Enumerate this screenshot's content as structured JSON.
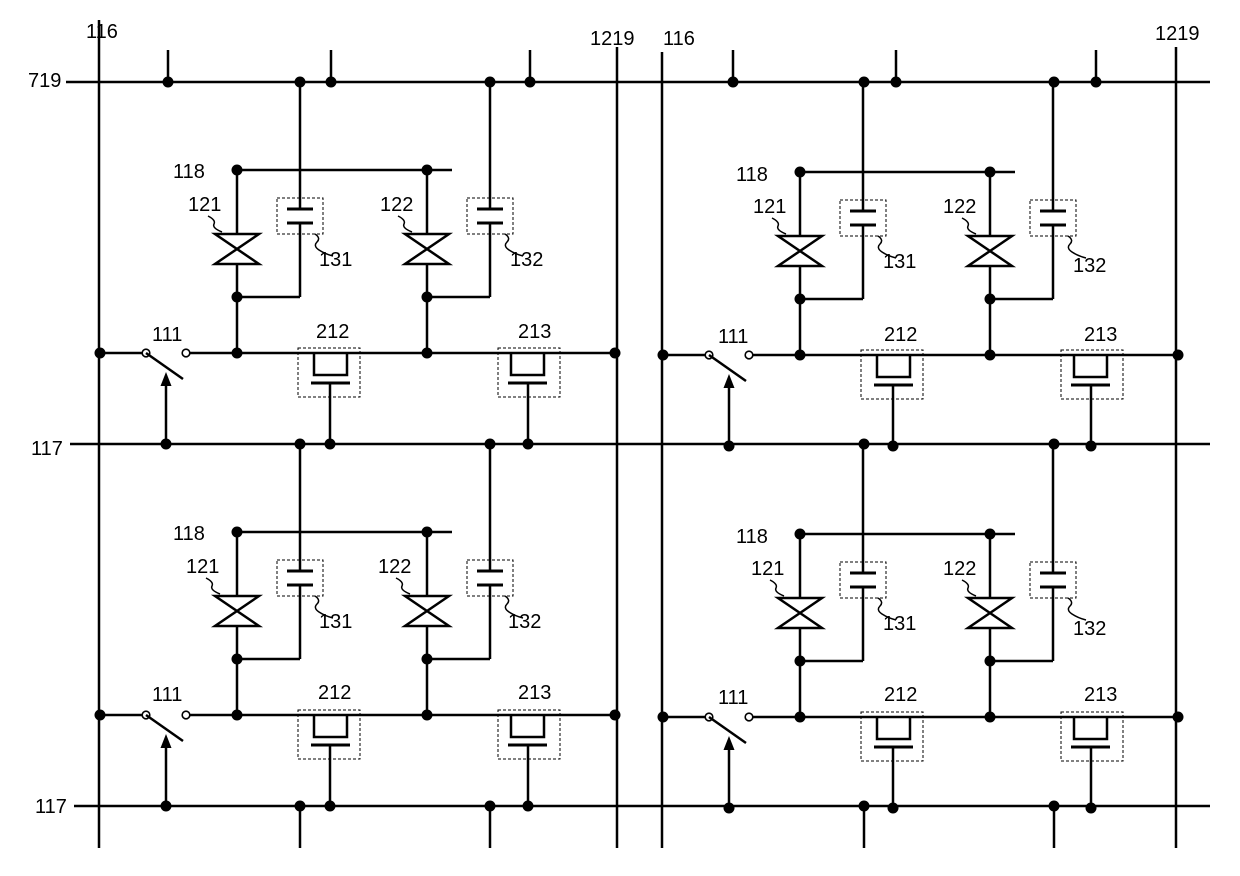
{
  "labels": {
    "col_line": "116",
    "col_line2": "1219",
    "row_top": "719",
    "row_line": "117",
    "bias_line": "118",
    "diode_a": "121",
    "diode_b": "122",
    "cap_a": "131",
    "cap_b": "132",
    "switch": "111",
    "transistor_a": "212",
    "transistor_b": "213"
  }
}
